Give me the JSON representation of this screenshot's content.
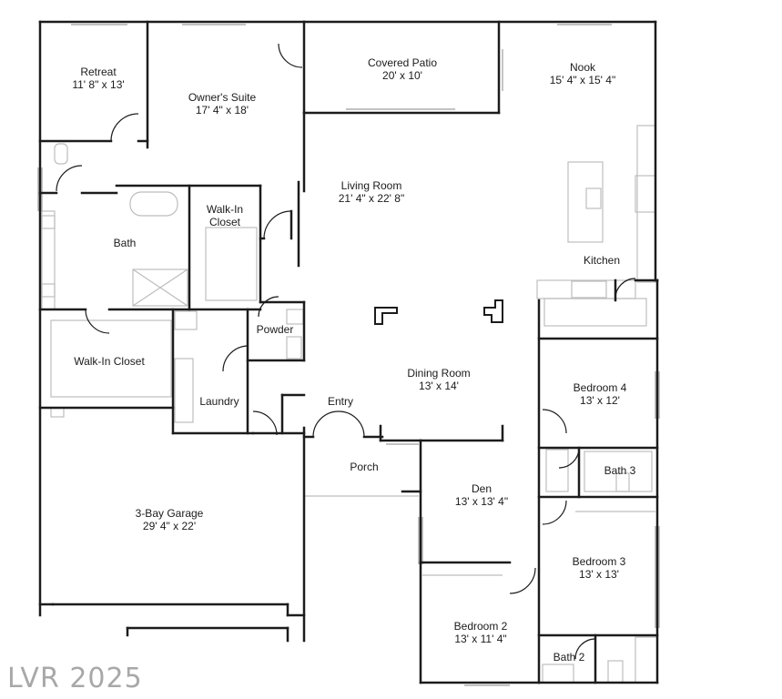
{
  "rooms": [
    {
      "id": "retreat",
      "name": "Retreat",
      "dims": "11' 8\" x 13'"
    },
    {
      "id": "owners-suite",
      "name": "Owner's Suite",
      "dims": "17' 4\" x 18'"
    },
    {
      "id": "covered-patio",
      "name": "Covered Patio",
      "dims": "20' x 10'"
    },
    {
      "id": "nook",
      "name": "Nook",
      "dims": "15' 4\" x 15' 4\""
    },
    {
      "id": "living-room",
      "name": "Living Room",
      "dims": "21' 4\" x 22' 8\""
    },
    {
      "id": "walk-in-closet-1",
      "name": "Walk-In Closet",
      "dims": ""
    },
    {
      "id": "bath",
      "name": "Bath",
      "dims": ""
    },
    {
      "id": "kitchen",
      "name": "Kitchen",
      "dims": ""
    },
    {
      "id": "powder",
      "name": "Powder",
      "dims": ""
    },
    {
      "id": "walk-in-closet-2",
      "name": "Walk-In Closet",
      "dims": ""
    },
    {
      "id": "dining-room",
      "name": "Dining Room",
      "dims": "13' x 14'"
    },
    {
      "id": "bedroom-4",
      "name": "Bedroom 4",
      "dims": "13' x 12'"
    },
    {
      "id": "laundry",
      "name": "Laundry",
      "dims": ""
    },
    {
      "id": "entry",
      "name": "Entry",
      "dims": ""
    },
    {
      "id": "porch",
      "name": "Porch",
      "dims": ""
    },
    {
      "id": "bath-3",
      "name": "Bath 3",
      "dims": ""
    },
    {
      "id": "den",
      "name": "Den",
      "dims": "13' x 13' 4\""
    },
    {
      "id": "garage",
      "name": "3-Bay Garage",
      "dims": "29' 4\" x 22'"
    },
    {
      "id": "bedroom-3",
      "name": "Bedroom 3",
      "dims": "13' x 13'"
    },
    {
      "id": "bedroom-2",
      "name": "Bedroom 2",
      "dims": "13' x 11' 4\""
    },
    {
      "id": "bath-2",
      "name": "Bath 2",
      "dims": ""
    }
  ],
  "watermark": "LVR 2025",
  "colors": {
    "wall": "#1c1c1c",
    "fixture": "#bdbdbd",
    "window": "#9e9e9e",
    "watermark": "#9a9a9a"
  }
}
